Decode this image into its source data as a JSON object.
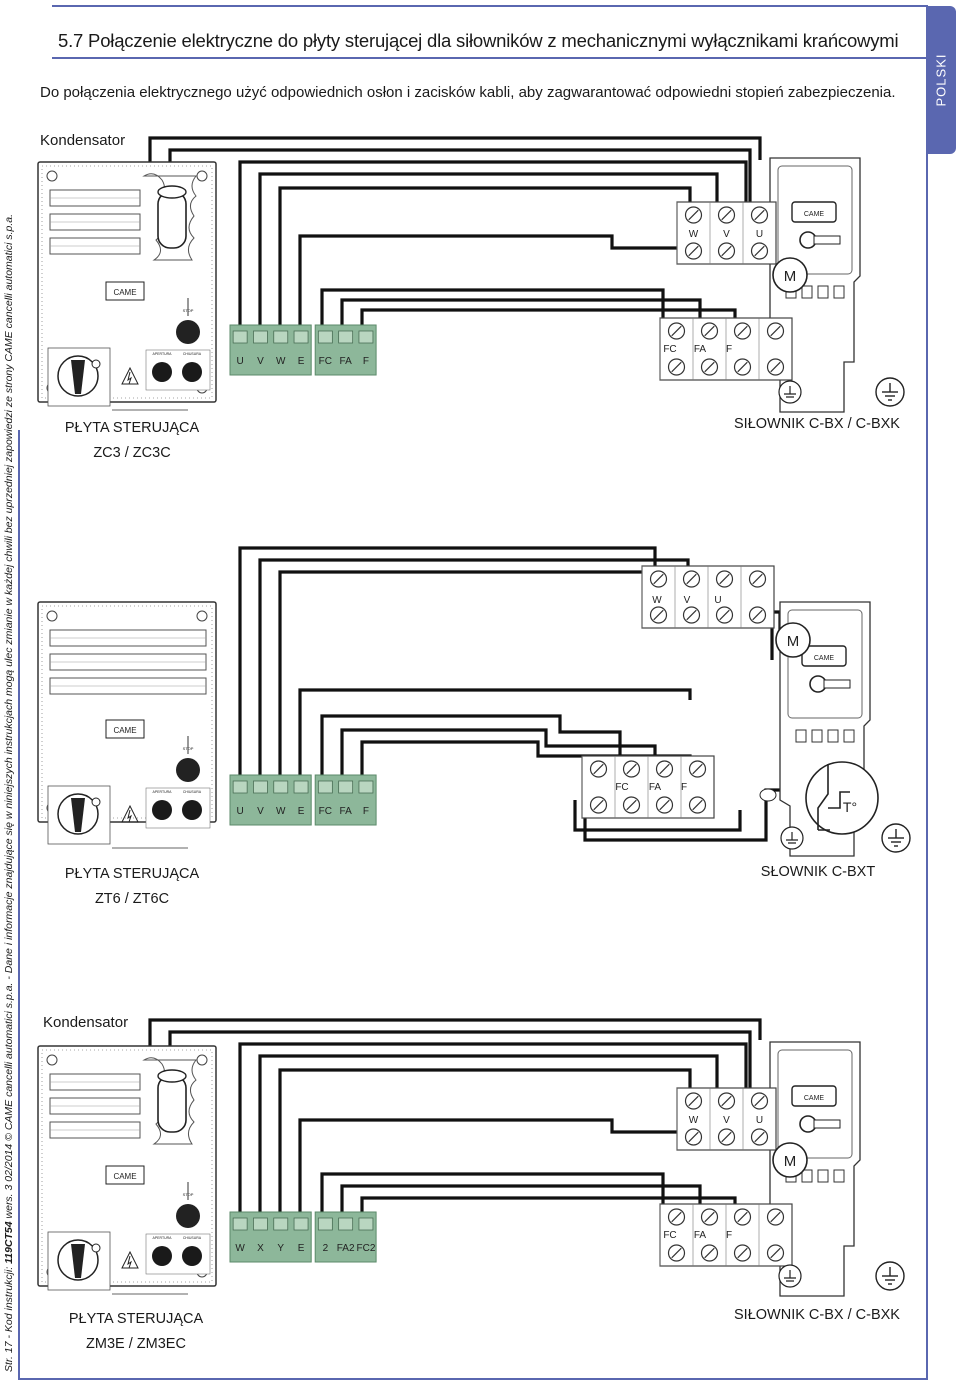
{
  "header": {
    "title": "5.7 Połączenie elektryczne do płyty sterującej dla siłowników z mechanicznymi wyłącznikami krańcowymi",
    "note": "Do połączenia elektrycznego użyć odpowiednich osłon i zacisków kabli, aby zagwarantować odpowiedni stopień zabezpieczenia.",
    "language_tab": "POLSKI"
  },
  "footer": {
    "page": "Str. 17",
    "code_label": "- Kod instrukcji:",
    "code": "119CT54",
    "version": "wers. 3",
    "date": "02/2014",
    "copyright": "© CAME cancelli automatici s.p.a. - Dane i informacje znajdujące się w niniejszych instrukcjach mogą ulec zmianie w każdej chwili bez uprzedniej zapowiedzi ze strony CAME cancelli automatici s.p.a."
  },
  "diagrams": [
    {
      "capacitor_label": "Kondensator",
      "board_label": "PŁYTA STERUJĄCA ZC3 / ZC3C",
      "motor_label": "SIŁOWNIK C-BX / C-BXK",
      "board_terminals": [
        "U",
        "V",
        "W",
        "E",
        "FC",
        "FA",
        "F"
      ],
      "motor_terminals": [
        "W",
        "V",
        "U"
      ],
      "limit_terminals": [
        "FC",
        "FA",
        "F"
      ]
    },
    {
      "capacitor_label": "",
      "board_label": "PŁYTA STERUJĄCA ZT6 / ZT6C",
      "motor_label": "SŁOWNIK C-BXT",
      "board_terminals": [
        "U",
        "V",
        "W",
        "E",
        "FC",
        "FA",
        "F"
      ],
      "motor_terminals": [
        "W",
        "V",
        "U"
      ],
      "limit_terminals": [
        "FC",
        "FA",
        "F"
      ]
    },
    {
      "capacitor_label": "Kondensator",
      "board_label": "PŁYTA STERUJĄCA ZM3E / ZM3EC",
      "motor_label": "SIŁOWNIK C-BX / C-BXK",
      "board_terminals": [
        "W",
        "X",
        "Y",
        "E",
        "2",
        "FA2",
        "FC2"
      ],
      "motor_terminals": [
        "W",
        "V",
        "U"
      ],
      "limit_terminals": [
        "FC",
        "FA",
        "F"
      ]
    }
  ],
  "symbols": {
    "brand": "CAME",
    "motor": "M",
    "thermal": "T°",
    "button_open": "APERTURA",
    "button_close": "CHIUSURA",
    "stop": "STOP"
  }
}
